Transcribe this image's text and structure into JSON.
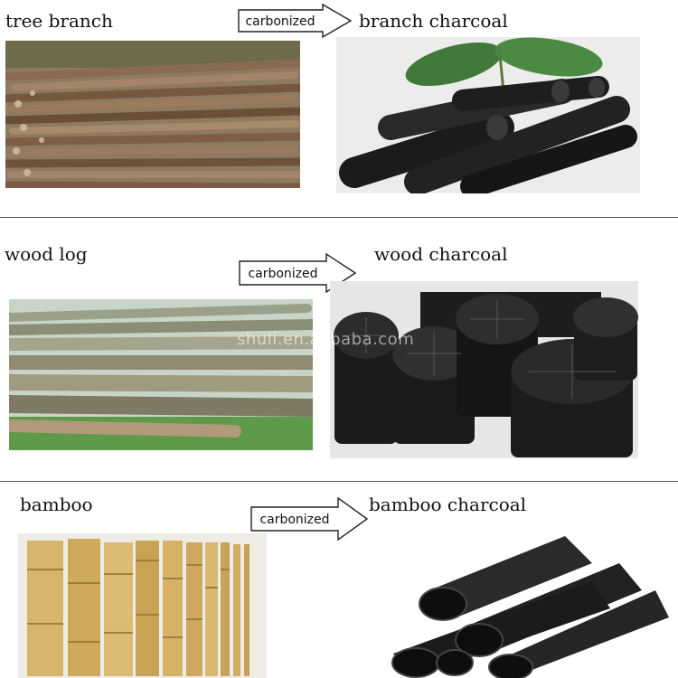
{
  "rows": [
    {
      "source_label": "tree branch",
      "arrow_label": "carbonized",
      "result_label": "branch  charcoal"
    },
    {
      "source_label": "wood log",
      "arrow_label": "carbonized",
      "result_label": "wood charcoal"
    },
    {
      "source_label": "bamboo",
      "arrow_label": "carbonized",
      "result_label": "bamboo charcoal"
    }
  ],
  "watermark": "shuli.en.alibaba.com",
  "colors": {
    "bark": "#7a5a44",
    "charcoal": "#1b1b1b",
    "leaf": "#3f7a3a",
    "bamboo": "#d8b56a",
    "grass": "#5e9a4a"
  }
}
